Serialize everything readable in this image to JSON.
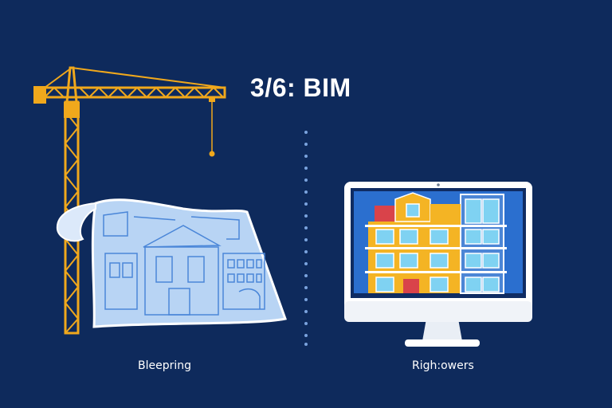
{
  "title": "3/6: BIM",
  "captions": {
    "left": "Bleepring",
    "right": "Righ:owers"
  },
  "colors": {
    "background": "#0e2a5c",
    "crane": "#f0a81c",
    "blueprint": "#b8d4f4",
    "blueprint_line": "#4a86d8",
    "monitor_frame": "#ffffff",
    "screen": "#2b6fcf",
    "building": "#f4b424",
    "divider_dots": "#7aa3de"
  },
  "icons": [
    "crane-icon",
    "blueprint-icon",
    "monitor-icon",
    "building-icon"
  ]
}
